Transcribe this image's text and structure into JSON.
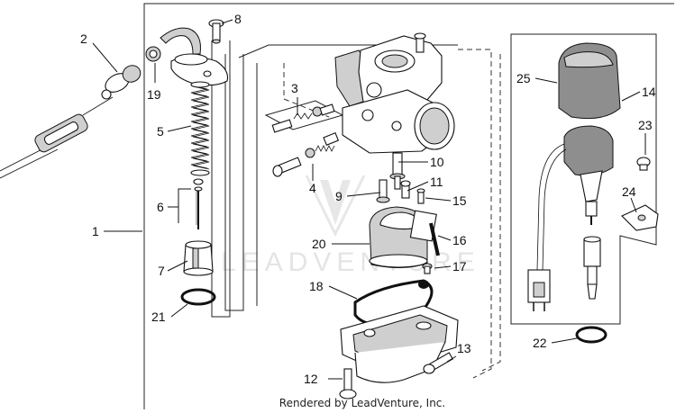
{
  "callouts": [
    {
      "id": "1",
      "label": "1"
    },
    {
      "id": "2",
      "label": "2"
    },
    {
      "id": "3",
      "label": "3"
    },
    {
      "id": "4",
      "label": "4"
    },
    {
      "id": "5",
      "label": "5"
    },
    {
      "id": "6",
      "label": "6"
    },
    {
      "id": "7",
      "label": "7"
    },
    {
      "id": "8",
      "label": "8"
    },
    {
      "id": "9",
      "label": "9"
    },
    {
      "id": "10",
      "label": "10"
    },
    {
      "id": "11",
      "label": "11"
    },
    {
      "id": "12",
      "label": "12"
    },
    {
      "id": "13",
      "label": "13"
    },
    {
      "id": "14",
      "label": "14"
    },
    {
      "id": "15",
      "label": "15"
    },
    {
      "id": "16",
      "label": "16"
    },
    {
      "id": "17",
      "label": "17"
    },
    {
      "id": "18",
      "label": "18"
    },
    {
      "id": "19",
      "label": "19"
    },
    {
      "id": "20",
      "label": "20"
    },
    {
      "id": "21",
      "label": "21"
    },
    {
      "id": "22",
      "label": "22"
    },
    {
      "id": "23",
      "label": "23"
    },
    {
      "id": "24",
      "label": "24"
    },
    {
      "id": "25",
      "label": "25"
    }
  ],
  "watermark": "LEADVENTURE",
  "footer": "Rendered by LeadVenture, Inc."
}
